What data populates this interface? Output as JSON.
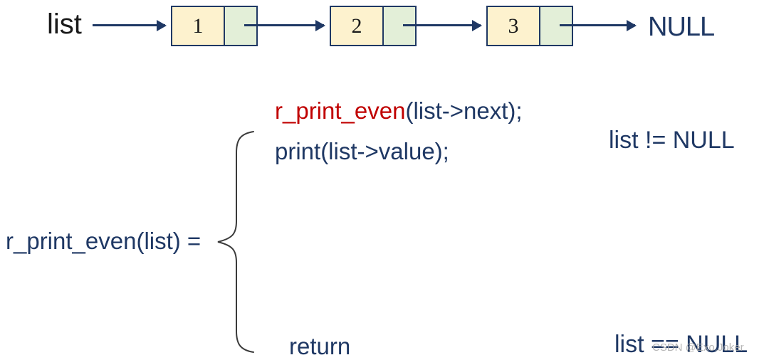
{
  "colors": {
    "navy_text": "#1F3864",
    "red_function": "#C00000",
    "node_value_bg": "#FDF2CE",
    "node_pointer_bg": "#E3EFD8",
    "node_border": "#1F3864",
    "black_text": "#1a1a1a",
    "brace_stroke": "#3a3a3a",
    "watermark_gray": "#a9a9a9"
  },
  "linked_list": {
    "label": "list",
    "terminator": "NULL",
    "nodes": [
      {
        "value": "1"
      },
      {
        "value": "2"
      },
      {
        "value": "3"
      }
    ]
  },
  "definition": {
    "lhs": "r_print_even(list) =",
    "recursive_case": {
      "call_function": "r_print_even",
      "call_args": "(list->next);",
      "print_statement": "print(list->value);",
      "condition": "list != NULL"
    },
    "base_case": {
      "statement": "return",
      "condition": "list == NULL"
    }
  },
  "watermark": "CSDN @Exo.Joker"
}
